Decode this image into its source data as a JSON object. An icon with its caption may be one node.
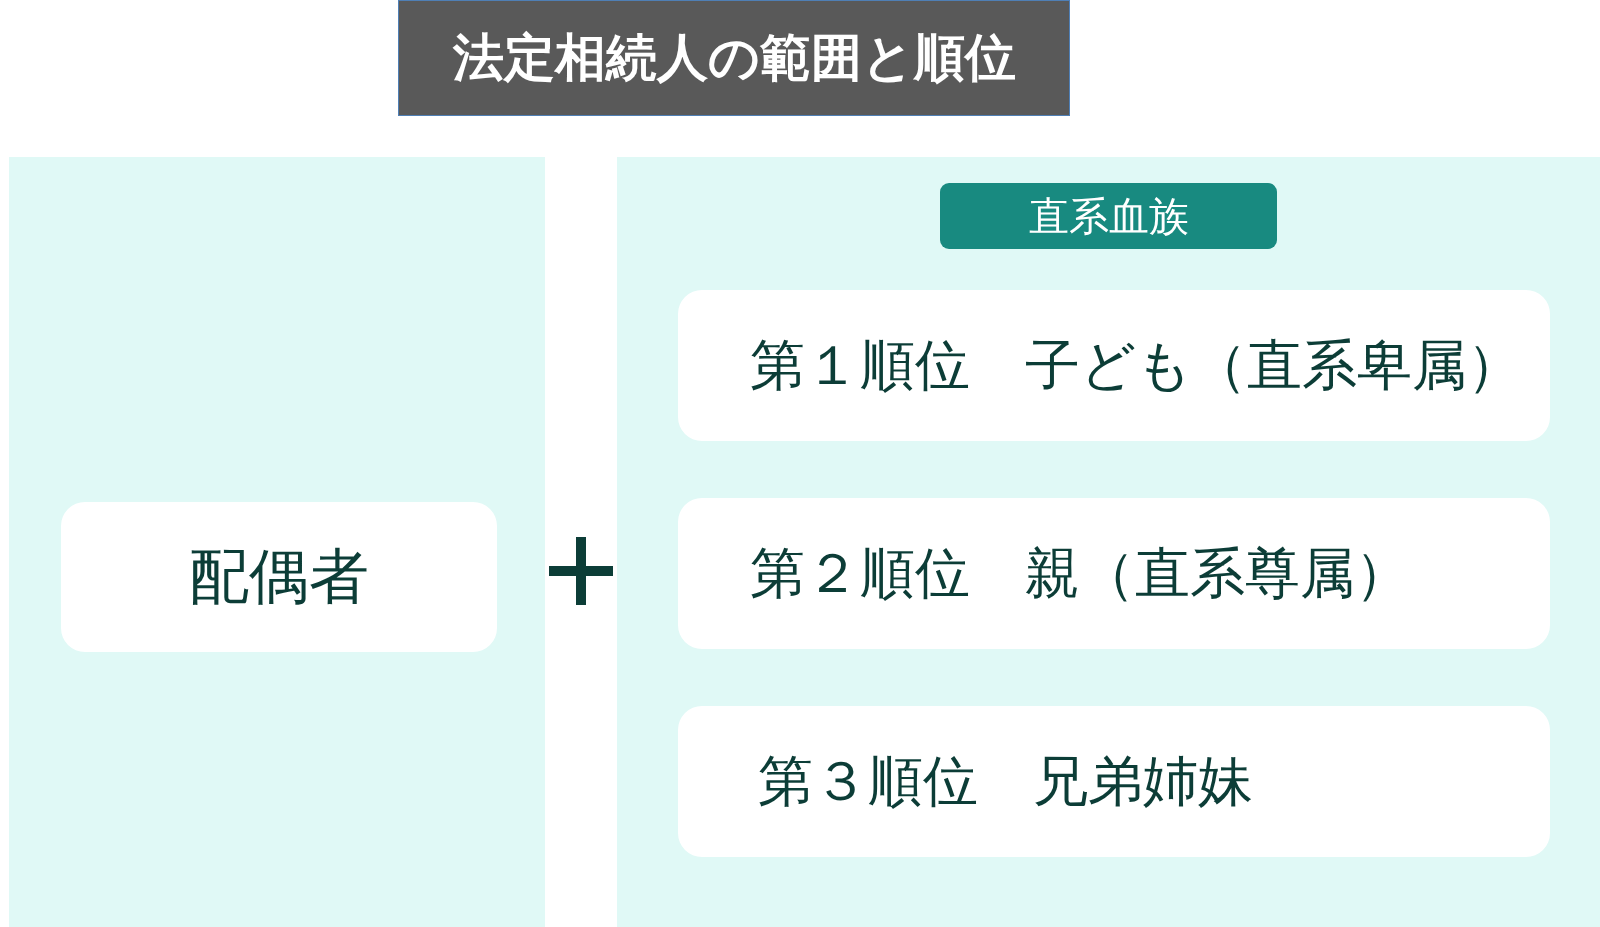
{
  "diagram": {
    "title": "法定相続人の範囲と順位",
    "nodes": [
      {
        "text": [],
        "shape": "box"
      },
      {
        "text": [
          "配偶者"
        ],
        "in": 0
      },
      {
        "text": [],
        "shape": "box"
      },
      {
        "text": [
          "直系血族"
        ],
        "in": 2
      },
      {
        "text": [
          "第１順位　子ども（直系卑属）"
        ],
        "in": 2
      },
      {
        "text": [
          "第２順位　親（直系尊属）"
        ],
        "in": 2
      },
      {
        "text": [
          "第３順位　兄弟姉妹"
        ],
        "in": 2
      }
    ]
  }
}
